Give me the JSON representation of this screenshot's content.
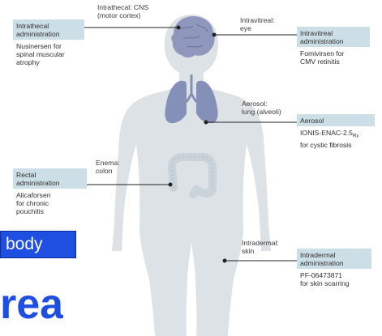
{
  "sites": {
    "intrathecal_label": [
      "Intrathecal: CNS",
      "(motor cortex)"
    ],
    "intravitreal_label": [
      "Intravitreal:",
      "eye"
    ],
    "aerosol_label": [
      "Aerosol:",
      "lung (alveoli)"
    ],
    "enema_label": [
      "Enema:",
      "colon"
    ],
    "intradermal_label": [
      "Intradermal:",
      "skin"
    ]
  },
  "boxes": {
    "intrathecal": {
      "route": [
        "Intrathecal",
        "administration"
      ],
      "drug": [
        "Nusinersen for",
        "spinal muscular",
        "atrophy"
      ]
    },
    "intravitreal": {
      "route": [
        "Intravitreal",
        "administration"
      ],
      "drug": [
        "Fomivirsen for",
        "CMV retinitis"
      ]
    },
    "aerosol": {
      "route": [
        "Aerosol"
      ],
      "drug": [
        "IONIS-ENAC-2.5",
        "for cystic fibrosis"
      ],
      "drug_subscript": "Rx"
    },
    "rectal": {
      "route": [
        "Rectal",
        "administration"
      ],
      "drug": [
        "Alicaforsen",
        "for chronic",
        "pouchitis"
      ]
    },
    "intradermal": {
      "route": [
        "Intradermal",
        "administration"
      ],
      "drug": [
        "PF-06473871",
        "for skin scarring"
      ]
    }
  },
  "overlay": {
    "button_text": "body",
    "big_text": "rea"
  },
  "colors": {
    "body": "#dde2e6",
    "organ": "#8590b8",
    "brain": "#9097bd",
    "colon": "#d3dde2",
    "box_header": "#cddfe6",
    "accent_blue": "#1f4fe0"
  }
}
